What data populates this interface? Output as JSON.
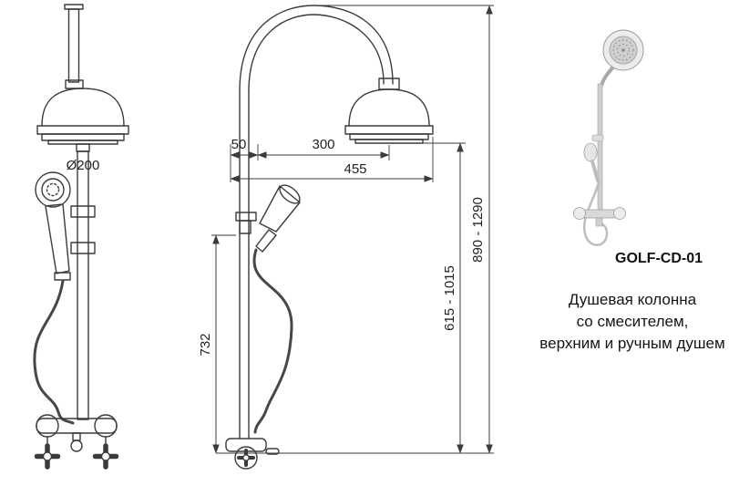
{
  "product": {
    "code": "GOLF-CD-01",
    "description": [
      "Душевая колонна",
      "со смесителем,",
      "верхним и ручным душем"
    ]
  },
  "dimensions": {
    "head_diameter": "Ø200",
    "wall_offset": "50",
    "arm_reach": "300",
    "overall_reach": "455",
    "slide_bar_height": "732",
    "column_height_range": "615 - 1015",
    "overall_height_range": "890 - 1290"
  },
  "colors": {
    "line": "#3b3b3b",
    "text": "#1a1a1a",
    "background": "#ffffff"
  }
}
